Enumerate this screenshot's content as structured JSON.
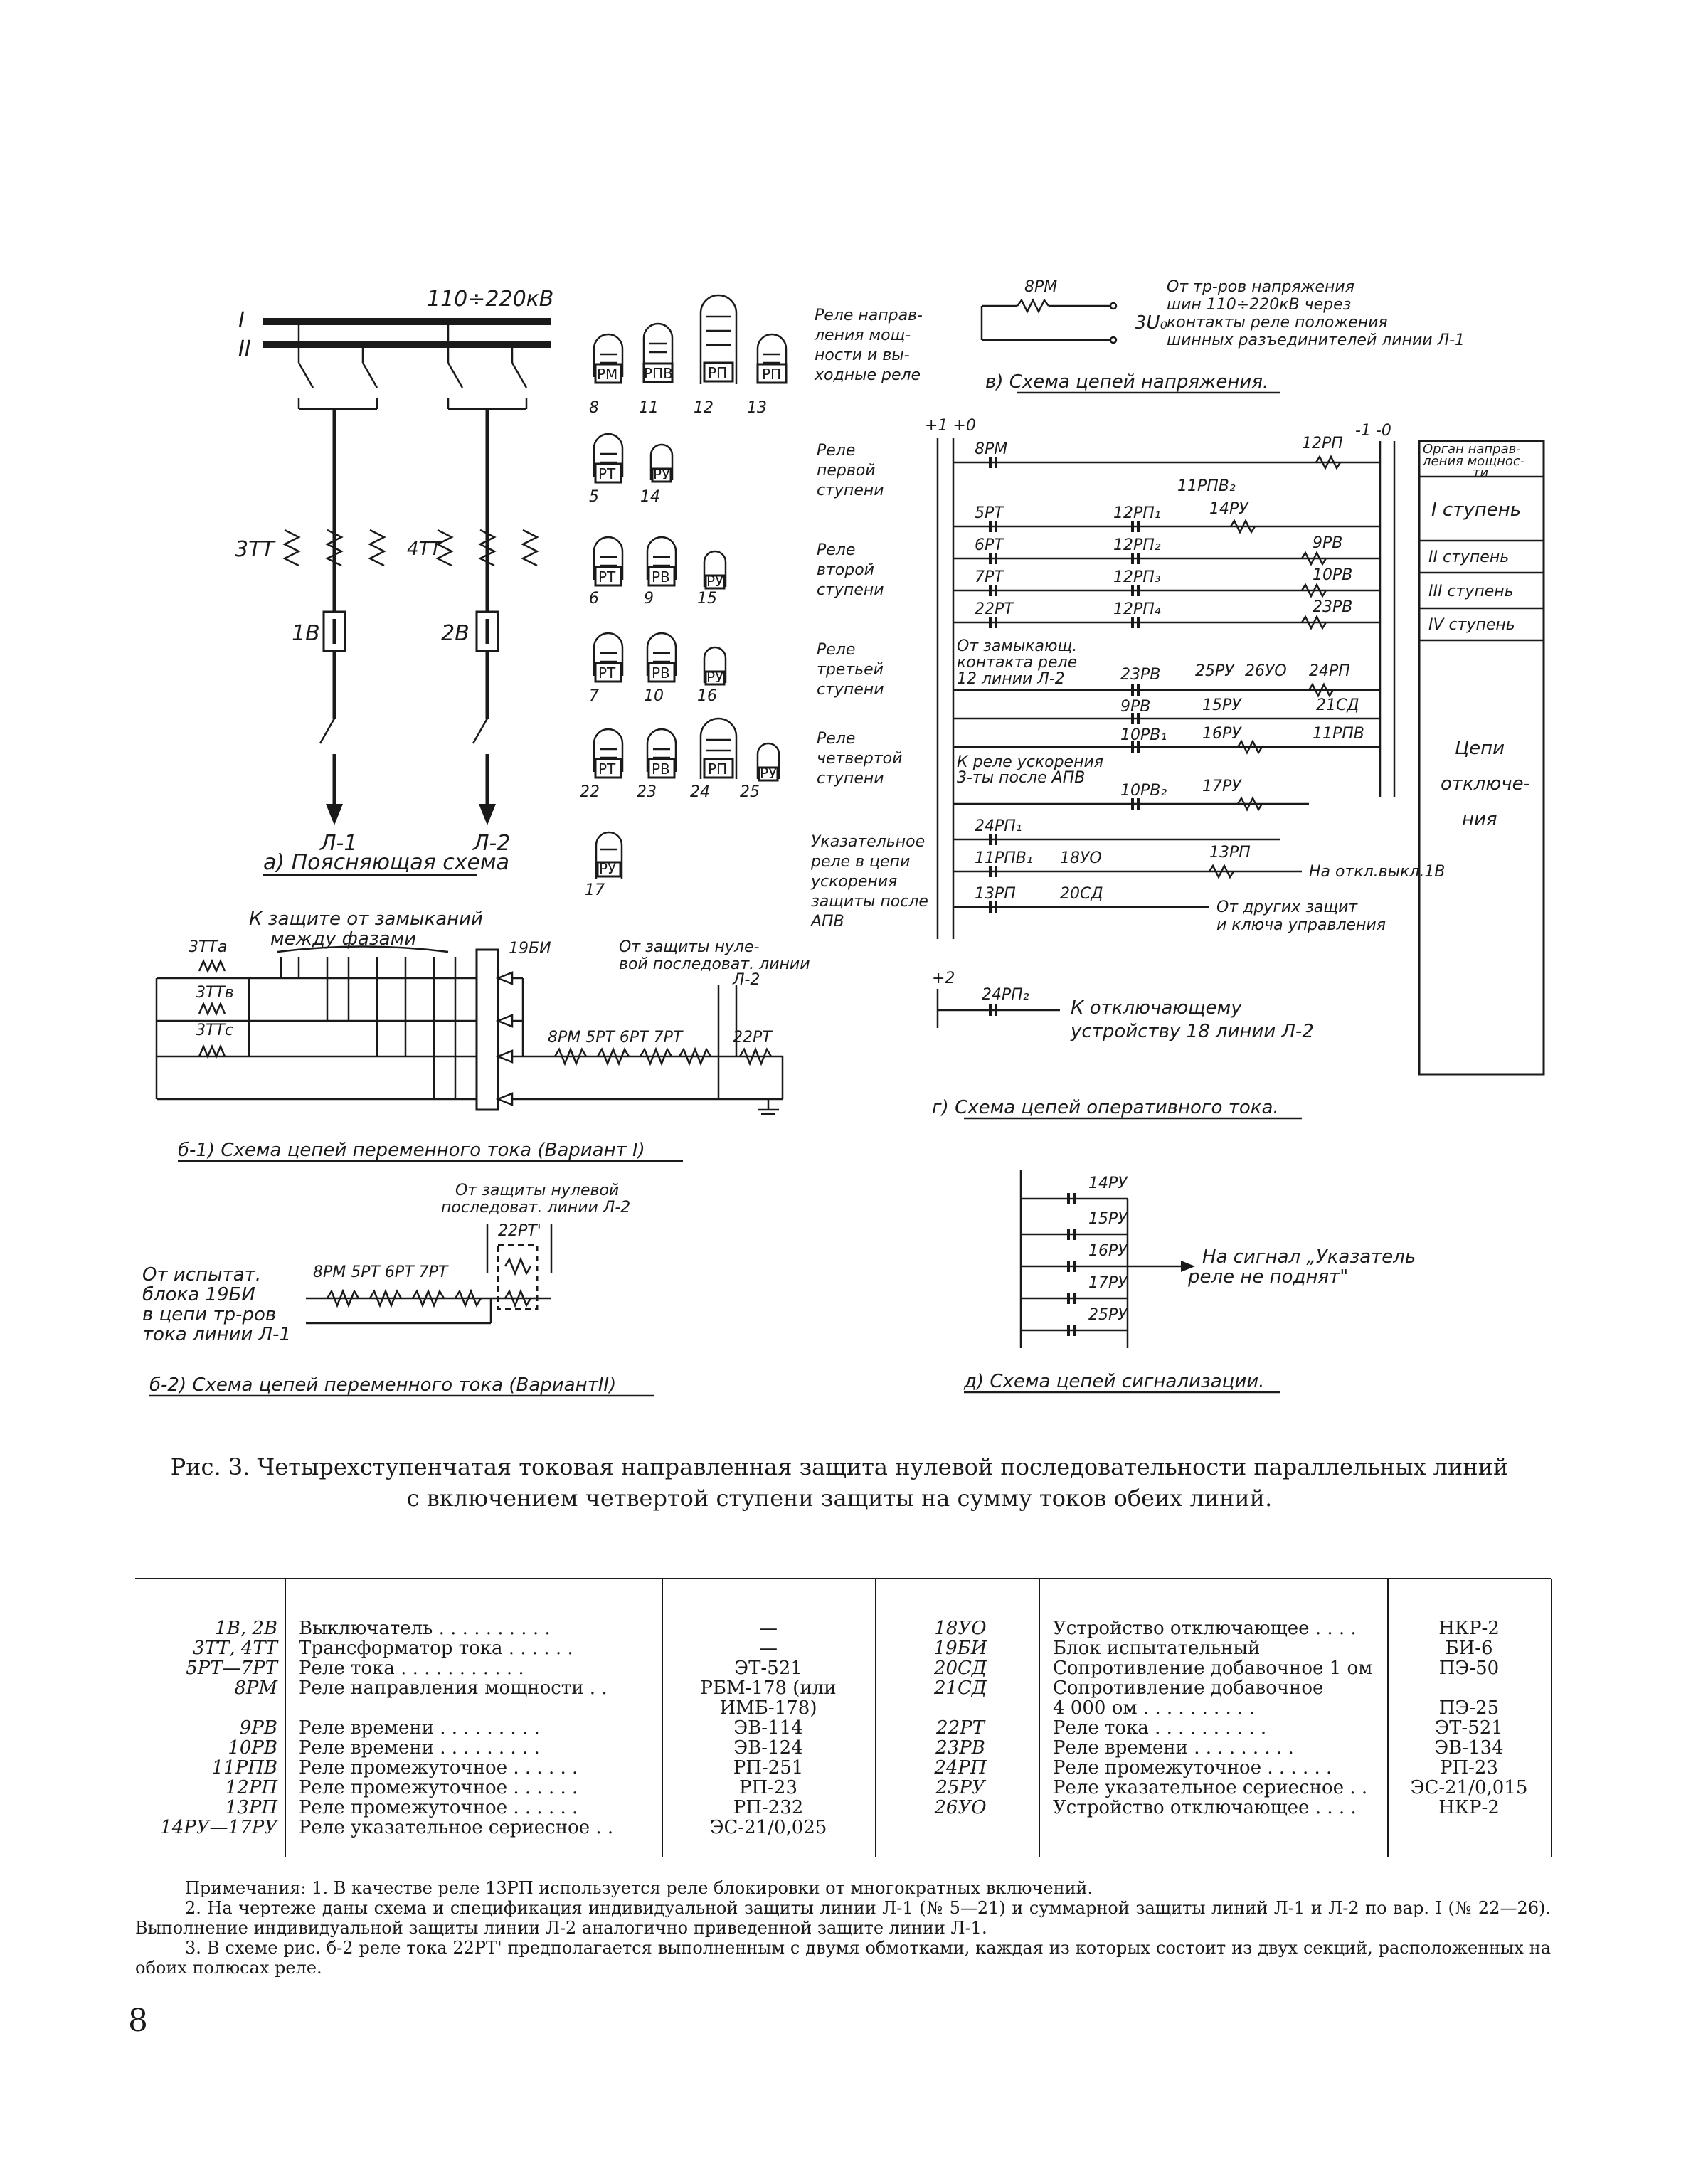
{
  "diagram": {
    "top": {
      "bus_voltage": "110÷220кВ",
      "bus_I": "I",
      "bus_II": "II",
      "tt3": "3ТТ",
      "tt4": "4ТТ",
      "b1": "1В",
      "b2": "2В",
      "line1": "Л-1",
      "line2": "Л-2",
      "caption_a": "а) Поясняющая схема"
    },
    "relays": {
      "nums_r1": [
        "8",
        "11",
        "12",
        "13"
      ],
      "label_r1": [
        "Реле направ-",
        "ления мощ-",
        "ности и вы-",
        "ходные реле"
      ],
      "nums_r2": [
        "5",
        "14"
      ],
      "label_r2": [
        "Реле",
        "первой",
        "ступени"
      ],
      "nums_r3": [
        "6",
        "9",
        "15"
      ],
      "label_r3": [
        "Реле",
        "второй",
        "ступени"
      ],
      "nums_r4": [
        "7",
        "10",
        "16"
      ],
      "label_r4": [
        "Реле",
        "третьей",
        "ступени"
      ],
      "nums_r5": [
        "22",
        "23",
        "24",
        "25"
      ],
      "label_r5": [
        "Реле",
        "четвертой",
        "ступени"
      ],
      "nums_r6": [
        "17"
      ],
      "label_r6": [
        "Указательное",
        "реле в цепи",
        "ускорения",
        "защиты после",
        "АПВ"
      ],
      "rm": "РМ",
      "rpv": "РПВ",
      "rp": "РП",
      "rt": "РТ",
      "rv": "РВ",
      "ru": "РУ"
    },
    "v": {
      "rm": "8РМ",
      "u": "3U₀",
      "text": [
        "От тр-ров напряжения",
        "шин 110÷220кВ через",
        "контакты реле положения",
        "шинных разъединителей линии Л-1"
      ],
      "caption": "в) Схема цепей напряжения."
    },
    "g": {
      "plus": "+1 +0",
      "minus": "-1 -0",
      "c_8rm": "8РМ",
      "c_12rp": "12РП",
      "c_11rpv2": "11РПВ₂",
      "c_14ru": "14РУ",
      "c_5rt": "5РТ",
      "c_12rp1": "12РП₁",
      "c_9rv": "9РВ",
      "c_6rt": "6РТ",
      "c_12rp2": "12РП₂",
      "c_10rv": "10РВ",
      "c_7rt": "7РТ",
      "c_12rp3": "12РП₃",
      "c_23rv": "23РВ",
      "c_22rt": "22РТ",
      "c_12rp4": "12РП₄",
      "c_from": [
        "От замыкающ.",
        "контакта реле",
        "12 линии Л-2"
      ],
      "c_23rv2": "23РВ",
      "c_25ru": "25РУ",
      "c_26uo": "26УО",
      "c_24rp": "24РП",
      "c_9rv2": "9РВ",
      "c_15ru": "15РУ",
      "c_21sd": "21СД",
      "c_10rv1": "10РВ₁",
      "c_16ru": "16РУ",
      "c_11rpv": "11РПВ",
      "c_to": [
        "К реле ускорения",
        "3-ты после АПВ"
      ],
      "c_10rv2": "10РВ₂",
      "c_17ru": "17РУ",
      "c_24rp1": "24РП₁",
      "c_11rpv1": "11РПВ₁",
      "c_18uo": "18УО",
      "c_13rp": "13РП",
      "c_to_b1": "На откл.выкл.1В",
      "c_13rp2": "13РП",
      "c_20sd": "20СД",
      "c_other": [
        "От других защит",
        "и ключа управления"
      ],
      "c_plus2": "+2",
      "c_24rp2": "24РП₂",
      "c_to18": [
        "К отключающему",
        "устройству 18 линии Л-2"
      ],
      "organ": [
        "Орган направ-",
        "ления мощнос-",
        "ти"
      ],
      "st1": "I ступень",
      "st2": "II ступень",
      "st3": "III ступень",
      "st4": "IV ступень",
      "trip": [
        "Цепи",
        "отключе-",
        "ния"
      ],
      "caption": "г) Схема цепей оперативного тока."
    },
    "b1": {
      "protect": [
        "К защите от замыканий",
        "между фазами"
      ],
      "tta": "3ТТа",
      "ttb": "3ТТв",
      "ttc": "3ТТс",
      "bi": "19БИ",
      "zero": [
        "От защиты нуле-",
        "вой последоват. линии",
        "Л-2"
      ],
      "relays": "8РМ  5РТ  6РТ  7РТ",
      "rt22": "22РТ",
      "caption": "б-1) Схема цепей переменного тока (Вариант I)"
    },
    "b2": {
      "zero": [
        "От защиты нулевой",
        "последоват. линии Л-2"
      ],
      "rt22": "22РТ'",
      "relays": "8РМ 5РТ 6РТ 7РТ",
      "from": [
        "От испытат.",
        "блока 19БИ",
        "в цепи тр-ров",
        "тока линии Л-1"
      ],
      "caption": "б-2) Схема цепей переменного тока (ВариантII)"
    },
    "d": {
      "rus": [
        "14РУ",
        "15РУ",
        "16РУ",
        "17РУ",
        "25РУ"
      ],
      "signal": [
        "На сигнал „Указатель",
        "реле не поднят\""
      ],
      "caption": "д) Схема цепей сигнализации."
    }
  },
  "caption": [
    "Рис. 3. Четырехступенчатая токовая направленная защита нулевой последовательности параллельных линий",
    "с включением четвертой ступени защиты на сумму токов обеих линий."
  ],
  "spec": {
    "left_codes": "1В, 2В\n3ТТ, 4ТТ\n5РТ—7РТ\n8РМ\n\n9РВ\n10РВ\n11РПВ\n12РП\n13РП\n14РУ—17РУ",
    "left_names": "Выключатель . . . . . . . . . .\nТрансформатор тока . . . . . .\nРеле тока . . . . . . . . . . .\nРеле направления мощности . .\n\nРеле времени . . . . . . . . .\nРеле времени . . . . . . . . .\nРеле промежуточное . . . . . .\nРеле промежуточное . . . . . .\nРеле промежуточное . . . . . .\nРеле указательное сериесное . .",
    "left_types": "—\n—\nЭТ-521\nРБМ-178 (или\nИМБ-178)\nЭВ-114\nЭВ-124\nРП-251\nРП-23\nРП-232\nЭС-21/0,025",
    "right_codes": "18УО\n19БИ\n20СД\n21СД\n\n22РТ\n23РВ\n24РП\n25РУ\n26УО",
    "right_names": "Устройство отключающее . . . .\nБлок испытательный\nСопротивление добавочное 1 ом\nСопротивление добавочное\n4 000 ом . . . . . . . . . .\nРеле тока . . . . . . . . . .\nРеле времени . . . . . . . . .\nРеле промежуточное . . . . . .\nРеле указательное сериесное . .\nУстройство отключающее . . . .",
    "right_types": "НКР-2\nБИ-6\nПЭ-50\n\nПЭ-25\nЭТ-521\nЭВ-134\nРП-23\nЭС-21/0,015\nНКР-2"
  },
  "notes": [
    "Примечания: 1. В качестве реле 13РП используется реле блокировки от многократных включений.",
    "2. На чертеже даны схема и спецификация индивидуальной защиты линии Л-1 (№ 5—21) и суммарной защиты линий Л-1 и Л-2 по вар. I (№ 22—26). Выполнение индивидуальной защиты линии Л-2 аналогично приведенной защите линии Л-1.",
    "3. В схеме рис. б-2 реле тока 22РТ' предполагается выполненным с двумя обмотками, каждая из которых состоит из двух секций, расположенных на обоих полюсах реле."
  ],
  "page_number": "8"
}
